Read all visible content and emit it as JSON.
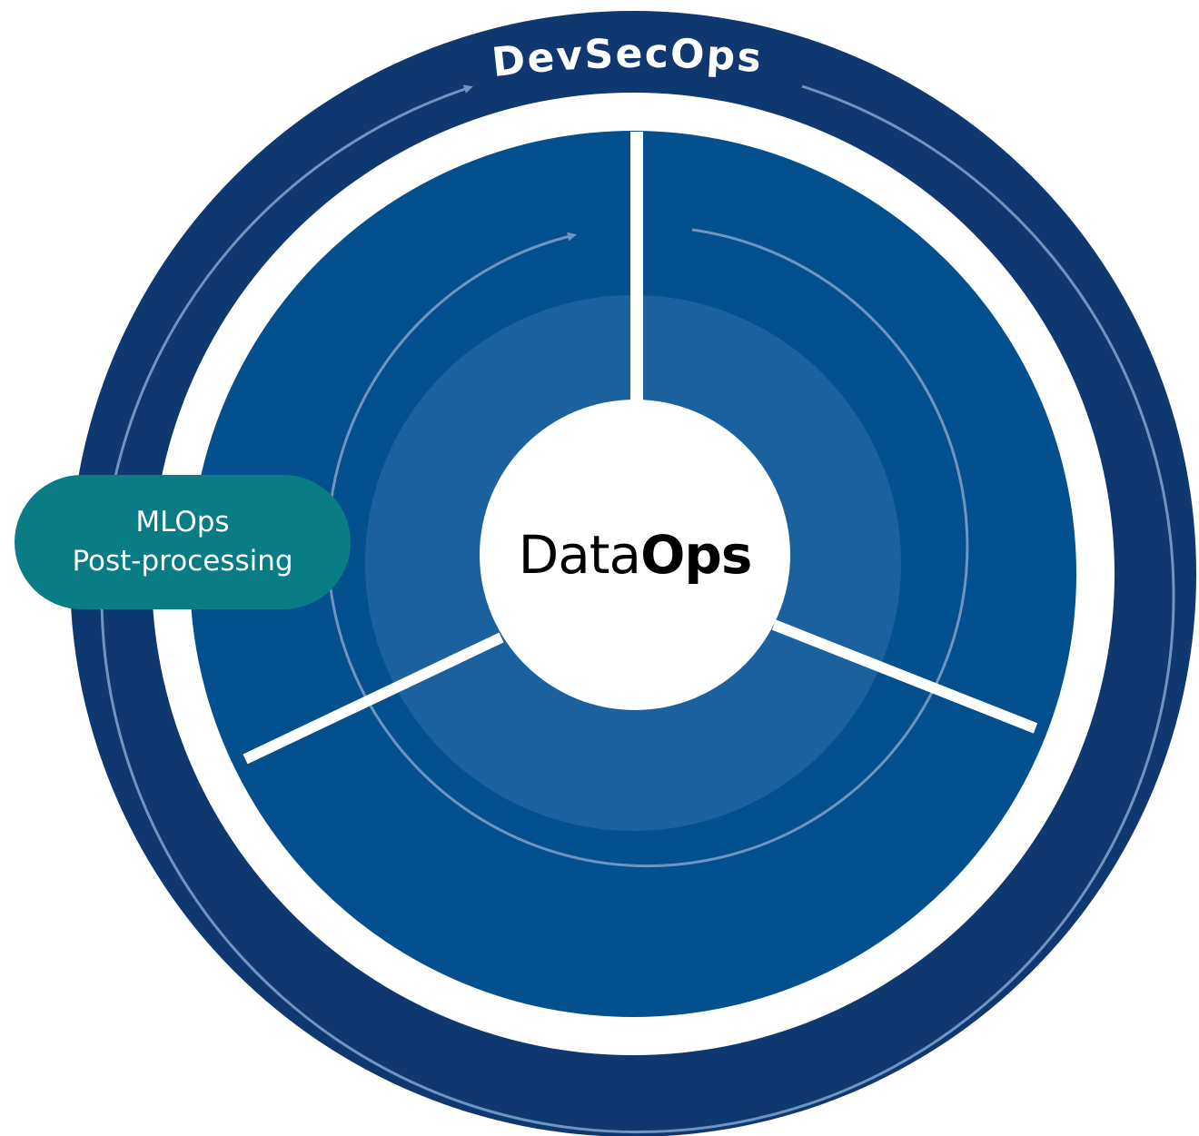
{
  "outer_ring": {
    "label": "DevSecOps"
  },
  "center": {
    "label_light": "Data",
    "label_bold": "Ops"
  },
  "badge": {
    "line1": "MLOps",
    "line2": "Post-processing"
  },
  "colors": {
    "outer_ring": "#0f3871",
    "middle_ring": "#04508f",
    "inner_ring": "#1b619e",
    "badge": "#097c86",
    "separator": "#ffffff",
    "arrow": "#6f95c0",
    "center_text": "#000000"
  },
  "icons": {
    "flow_arrow": "arrow-head-icon"
  }
}
